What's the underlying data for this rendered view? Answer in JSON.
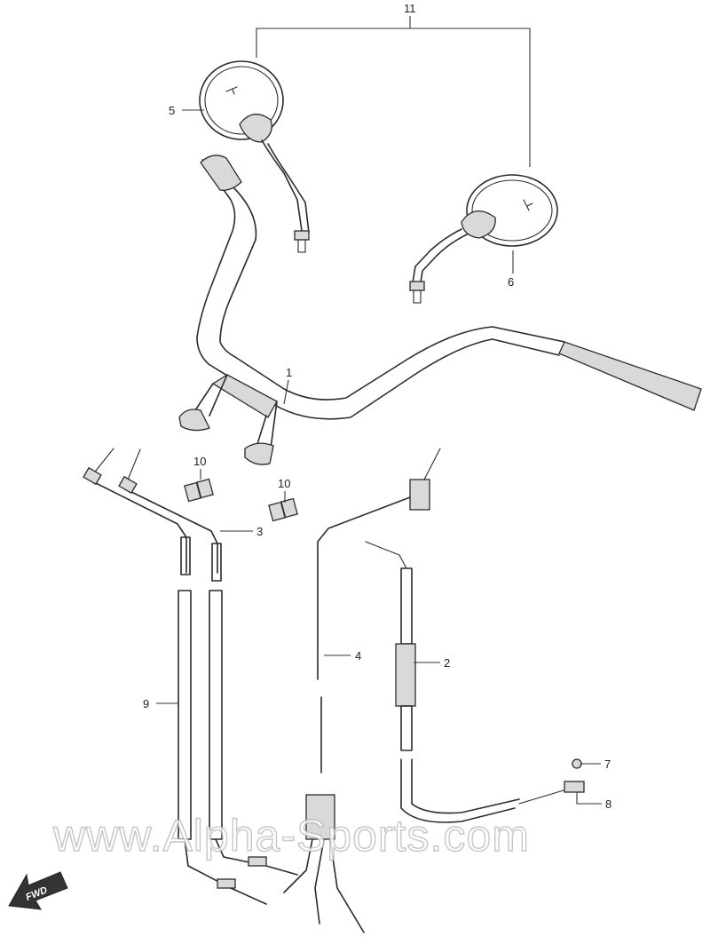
{
  "callouts": {
    "c1": "1",
    "c2": "2",
    "c3": "3",
    "c4": "4",
    "c5": "5",
    "c6": "6",
    "c7": "7",
    "c8": "8",
    "c9": "9",
    "c10a": "10",
    "c10b": "10",
    "c11": "11"
  },
  "watermark": "www.Alpha-Sports.com",
  "fwd_label": "FWD"
}
